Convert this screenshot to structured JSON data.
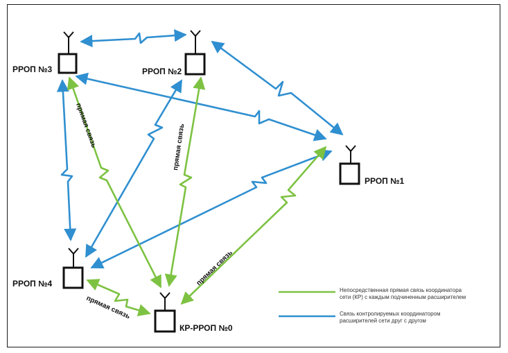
{
  "nodes": [
    {
      "id": "rrop3",
      "label": "РРОП №3"
    },
    {
      "id": "rrop2",
      "label": "РРОП №2"
    },
    {
      "id": "rrop1",
      "label": "РРОП №1"
    },
    {
      "id": "rrop4",
      "label": "РРОП №4"
    },
    {
      "id": "kr",
      "label": "КР-РРОП №0"
    }
  ],
  "edge_labels": {
    "direct_3_kr": "прямая связь",
    "direct_2_kr": "прямая связь",
    "direct_1_kr": "прямая связь",
    "direct_4_kr": "прямая связь"
  },
  "legend": {
    "green": {
      "color": "#7dc242",
      "line1": "Непосредственная прямая связь координатора",
      "line2": "сети (КР) с каждым подчиненным расширителем"
    },
    "blue": {
      "color": "#2f8fd0",
      "line1": "Связь контролируемых координатором",
      "line2": "расширителей сети друг с другом"
    }
  }
}
